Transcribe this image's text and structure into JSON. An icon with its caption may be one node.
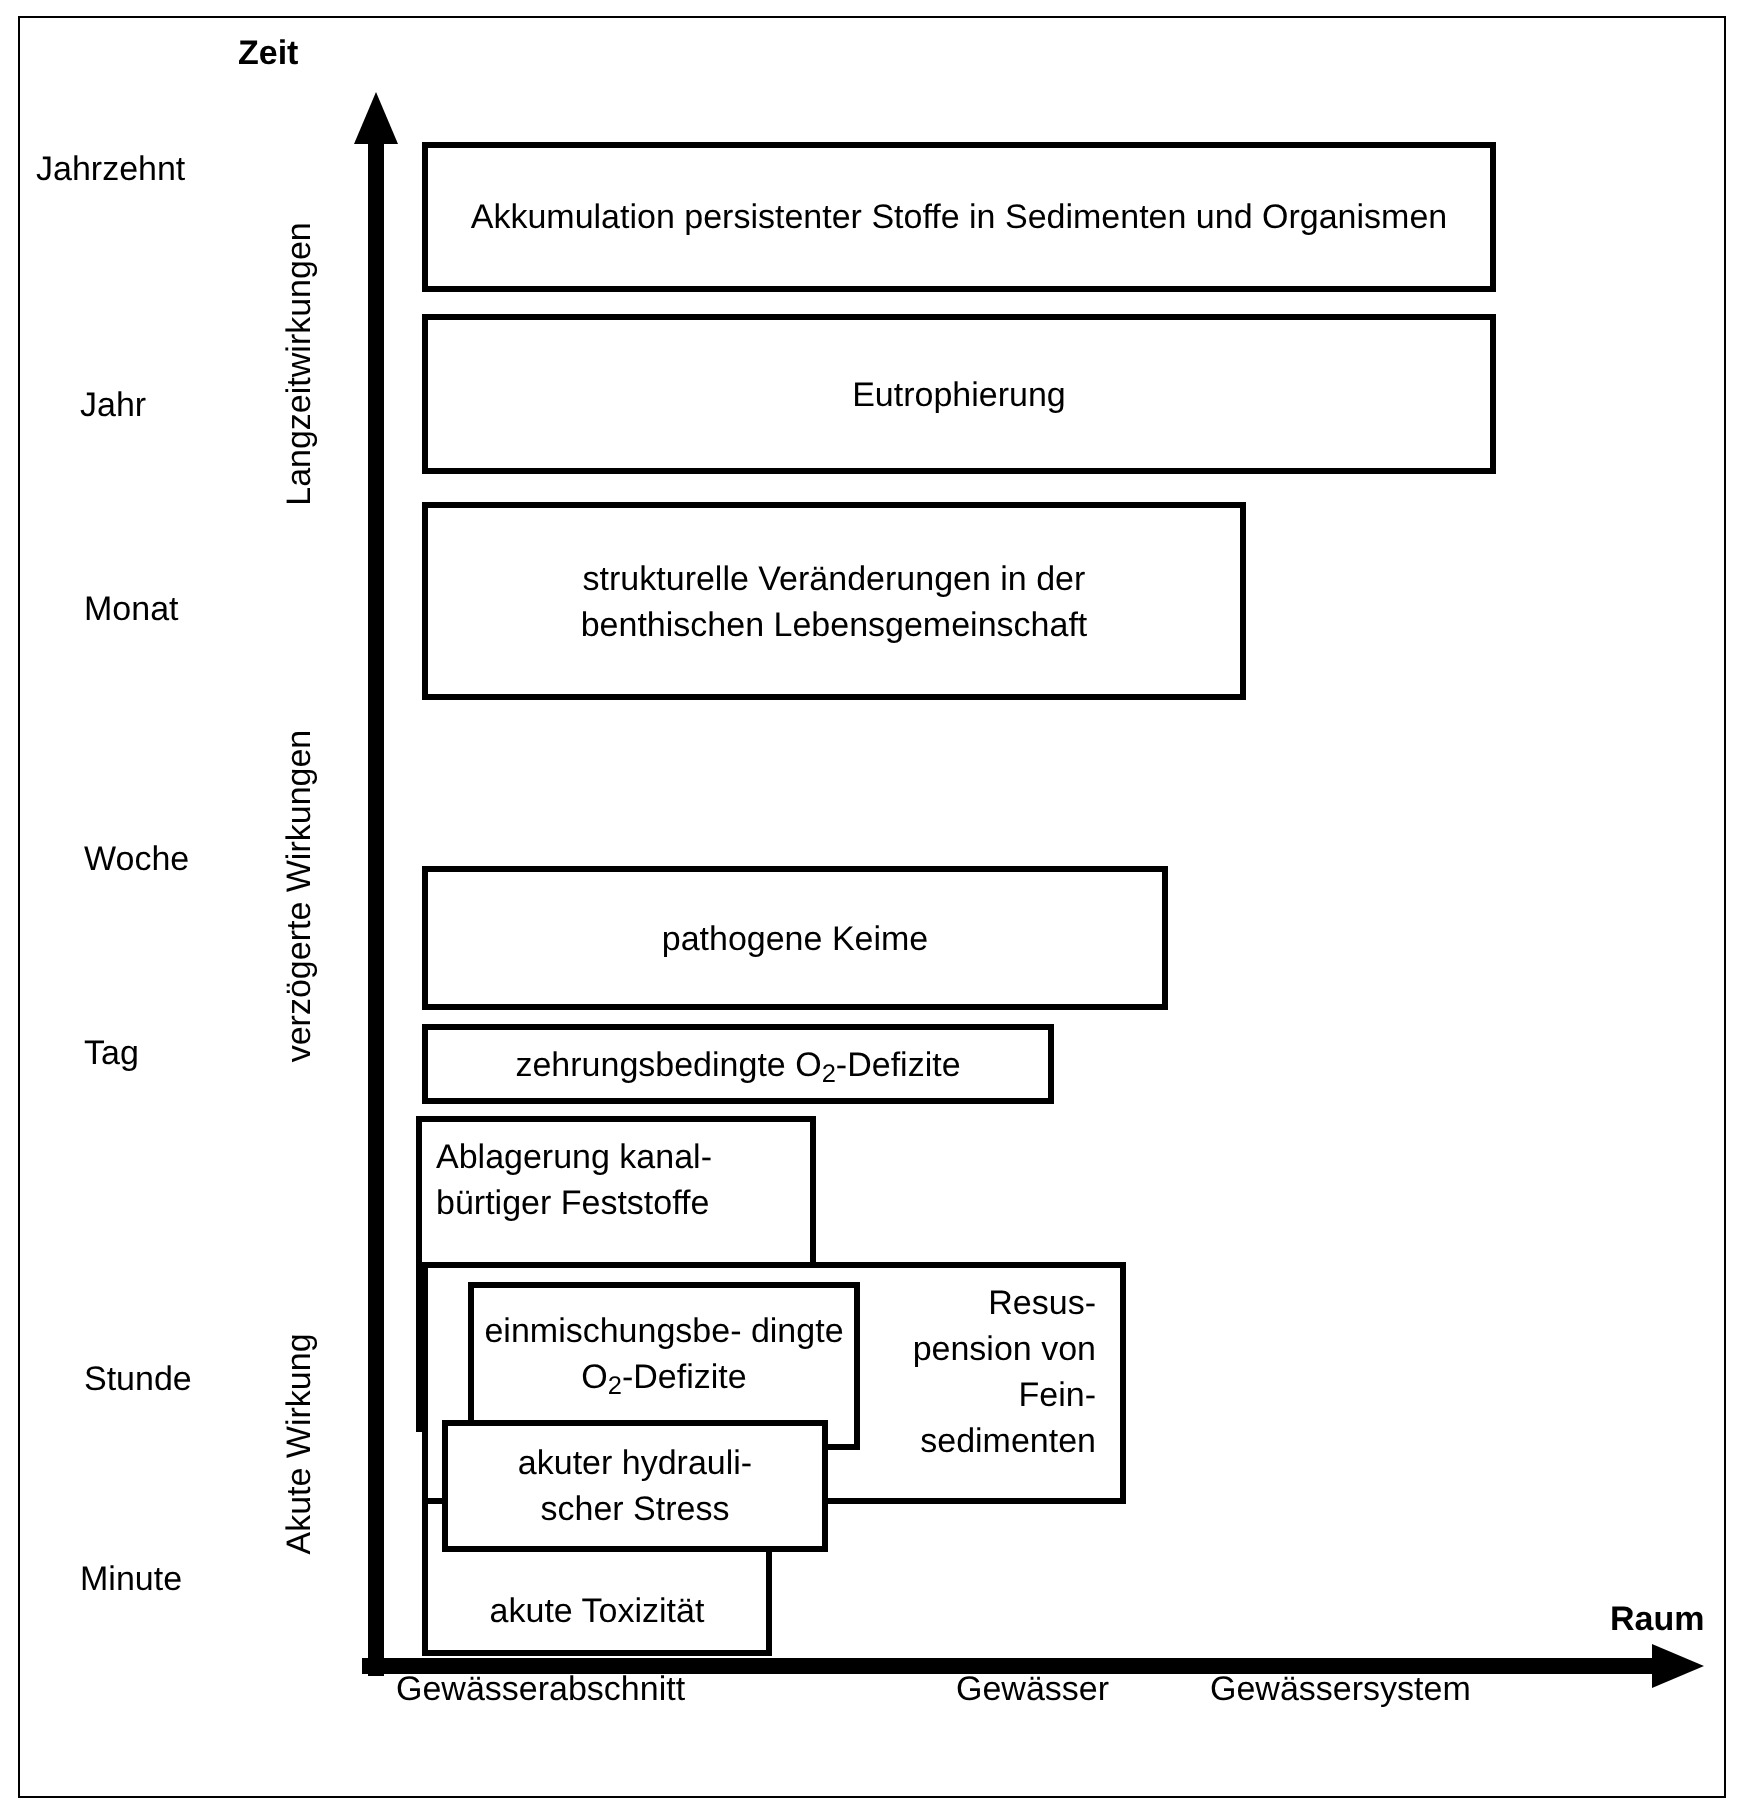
{
  "diagram": {
    "nodes": [
      {
        "text": [
          "Akkumulation persistenter Stoffe in Sedimenten und Organismen"
        ]
      },
      {
        "text": [
          "Eutrophierung"
        ]
      },
      {
        "text": [
          "strukturelle Veränderungen in der benthischen Lebensgemeinschaft"
        ]
      },
      {
        "text": [
          "pathogene Keime"
        ]
      },
      {
        "text": [
          "zehrungsbedingte O$_{2}$-Defizite"
        ]
      },
      {
        "text": [
          "Ablagerung kanal- bürtiger Feststoffe"
        ]
      },
      {
        "text": [
          "Resus- pension von Fein- sedimenten"
        ]
      },
      {
        "text": [
          "einmischungsbe- dingte O$_{2}$-Defizite"
        ],
        "in": 6
      },
      {
        "text": [
          "akuter hydrauli- scher Stress"
        ]
      },
      {
        "text": [
          "akute Toxizität"
        ]
      }
    ],
    "labels": [
      "Zeit",
      "Jahrzehnt",
      "Langzeitwirkungen",
      "Jahr",
      "Monat",
      "verzögerte Wirkungen",
      "Woche",
      "Tag",
      "Stunde",
      "Akute Wirkung",
      "Minute",
      "Raum",
      "Gewässerabschnitt",
      "Gewässer",
      "Gewässersystem"
    ]
  }
}
